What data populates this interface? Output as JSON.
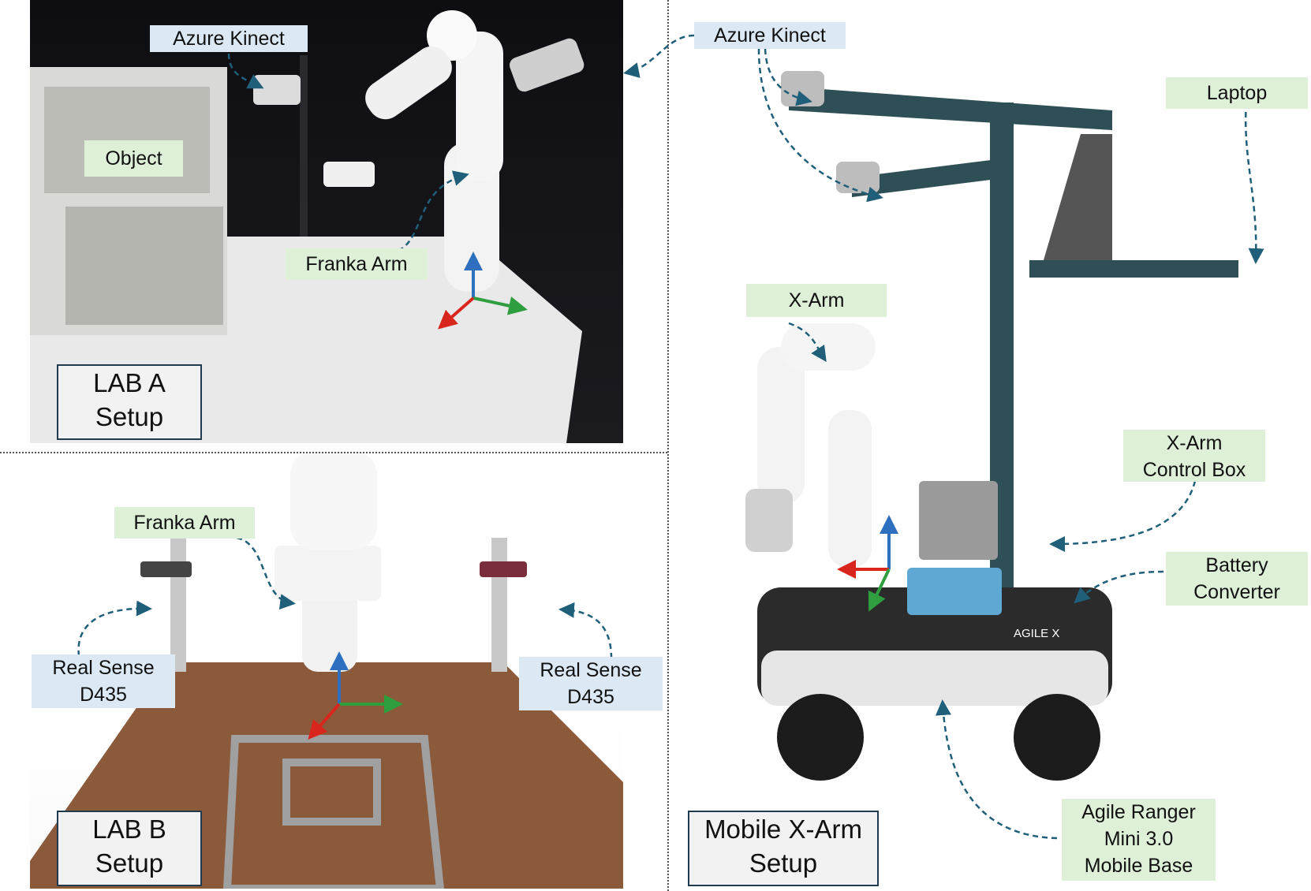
{
  "lab_a": {
    "setup_label": [
      "LAB A",
      "Setup"
    ],
    "labels": {
      "azure_kinect": "Azure Kinect",
      "object": "Object",
      "franka_arm": "Franka Arm"
    }
  },
  "lab_b": {
    "setup_label": [
      "LAB B",
      "Setup"
    ],
    "labels": {
      "franka_arm": "Franka Arm",
      "realsense_left": [
        "Real Sense",
        "D435"
      ],
      "realsense_right": [
        "Real Sense",
        "D435"
      ]
    }
  },
  "mobile": {
    "setup_label": [
      "Mobile X-Arm",
      "Setup"
    ],
    "labels": {
      "azure_kinect": "Azure Kinect",
      "laptop": "Laptop",
      "xarm": "X-Arm",
      "control_box": [
        "X-Arm",
        "Control Box"
      ],
      "battery_converter": [
        "Battery",
        "Converter"
      ],
      "mobile_base": [
        "Agile Ranger",
        "Mini 3.0",
        "Mobile Base"
      ],
      "base_brand": "AGILE X"
    }
  },
  "colors": {
    "label_green": "#dff0d8",
    "label_blue": "#dce9f5",
    "arrow": "#1f5f7a",
    "axis_x": "#d9261c",
    "axis_y": "#2f9e3f",
    "axis_z": "#2f6fbf"
  }
}
